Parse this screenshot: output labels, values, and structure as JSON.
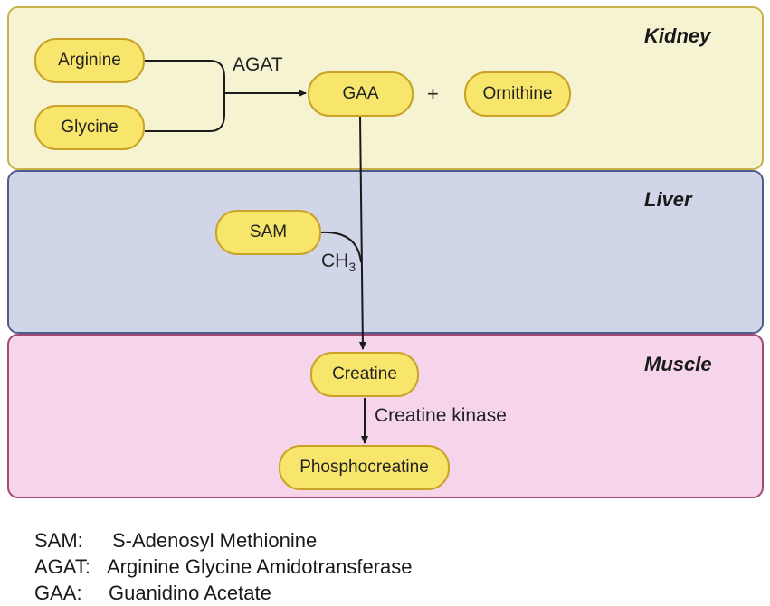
{
  "panels": {
    "kidney": {
      "title": "Kidney",
      "fill": "#f5f3d2",
      "border": "#c9b24a"
    },
    "liver": {
      "title": "Liver",
      "fill": "#d0d6e8",
      "border": "#4f5d86"
    },
    "muscle": {
      "title": "Muscle",
      "fill": "#f6d5ea",
      "border": "#a14a78"
    }
  },
  "nodes": {
    "arginine": "Arginine",
    "glycine": "Glycine",
    "gaa": "GAA",
    "plus": "+",
    "ornithine": "Ornithine",
    "sam": "SAM",
    "creatine": "Creatine",
    "phosphocreatine": "Phosphocreatine"
  },
  "edge_labels": {
    "agat": "AGAT",
    "ch3_base": "CH",
    "ch3_sub": "3",
    "creatine_kinase": "Creatine kinase"
  },
  "legend": [
    {
      "abbr": "SAM:",
      "meaning": "S-Adenosyl Methionine"
    },
    {
      "abbr": "AGAT:",
      "meaning": "Arginine Glycine Amidotransferase"
    },
    {
      "abbr": "GAA:",
      "meaning": "Guanidino Acetate"
    }
  ],
  "colors": {
    "pill_fill": "#f7e66b",
    "pill_border": "#c9a227",
    "arrow": "#1a1a1a"
  }
}
